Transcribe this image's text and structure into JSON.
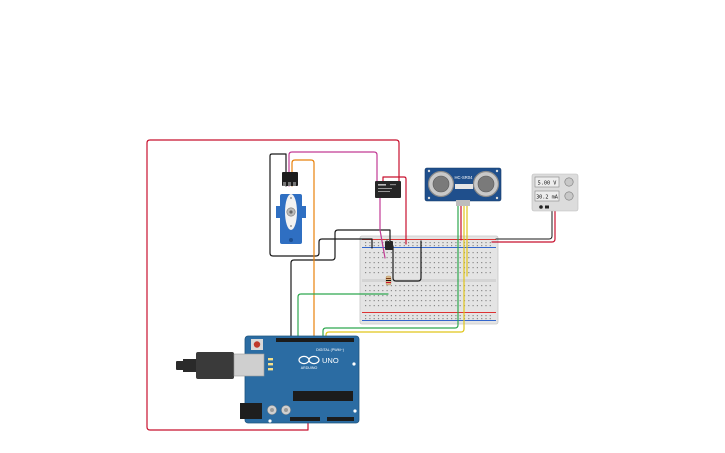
{
  "colors": {
    "wire_red": "#c8102e",
    "wire_black": "#1a1a1a",
    "wire_orange": "#e8820c",
    "wire_magenta": "#c23b95",
    "wire_green": "#2fa84f",
    "wire_yellow": "#e0c51a",
    "arduino_blue": "#2b6ca3",
    "sensor_blue": "#1f4f8c",
    "breadboard": "#e6e6e6",
    "supply_panel": "#dcdcdc"
  },
  "ultrasonic": {
    "model": "HC-SR04"
  },
  "power_supply": {
    "voltage": "5.00 V",
    "current": "30.2 mA"
  },
  "arduino": {
    "title": "UNO",
    "brand": "ARDUINO",
    "digital_label": "DIGITAL (PWM~)"
  }
}
